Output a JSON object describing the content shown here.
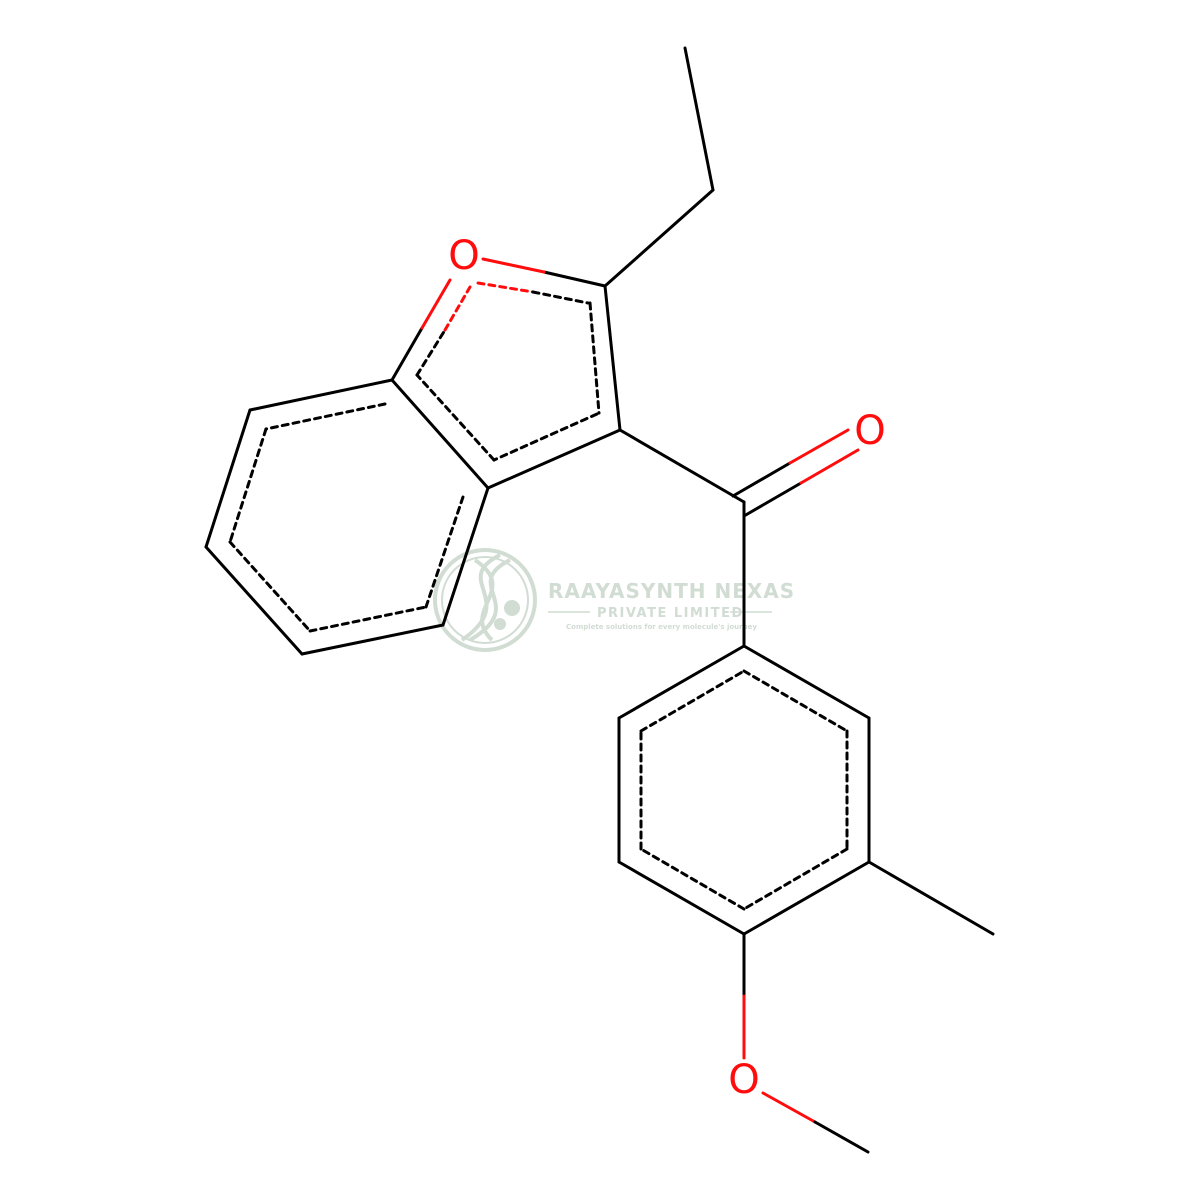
{
  "molecule": {
    "atoms": [
      "O",
      "O",
      "O"
    ],
    "colors": {
      "bond": "#000000",
      "oxygen": "#ff0d0d"
    }
  },
  "watermark": {
    "name": "RAAYASYNTH NEXAS",
    "subtitle": "PRIVATE LIMITED",
    "tagline": "Complete solutions for every molecule's journey",
    "color": "#c9d6cc",
    "logo": "helix-leaf-logo"
  }
}
